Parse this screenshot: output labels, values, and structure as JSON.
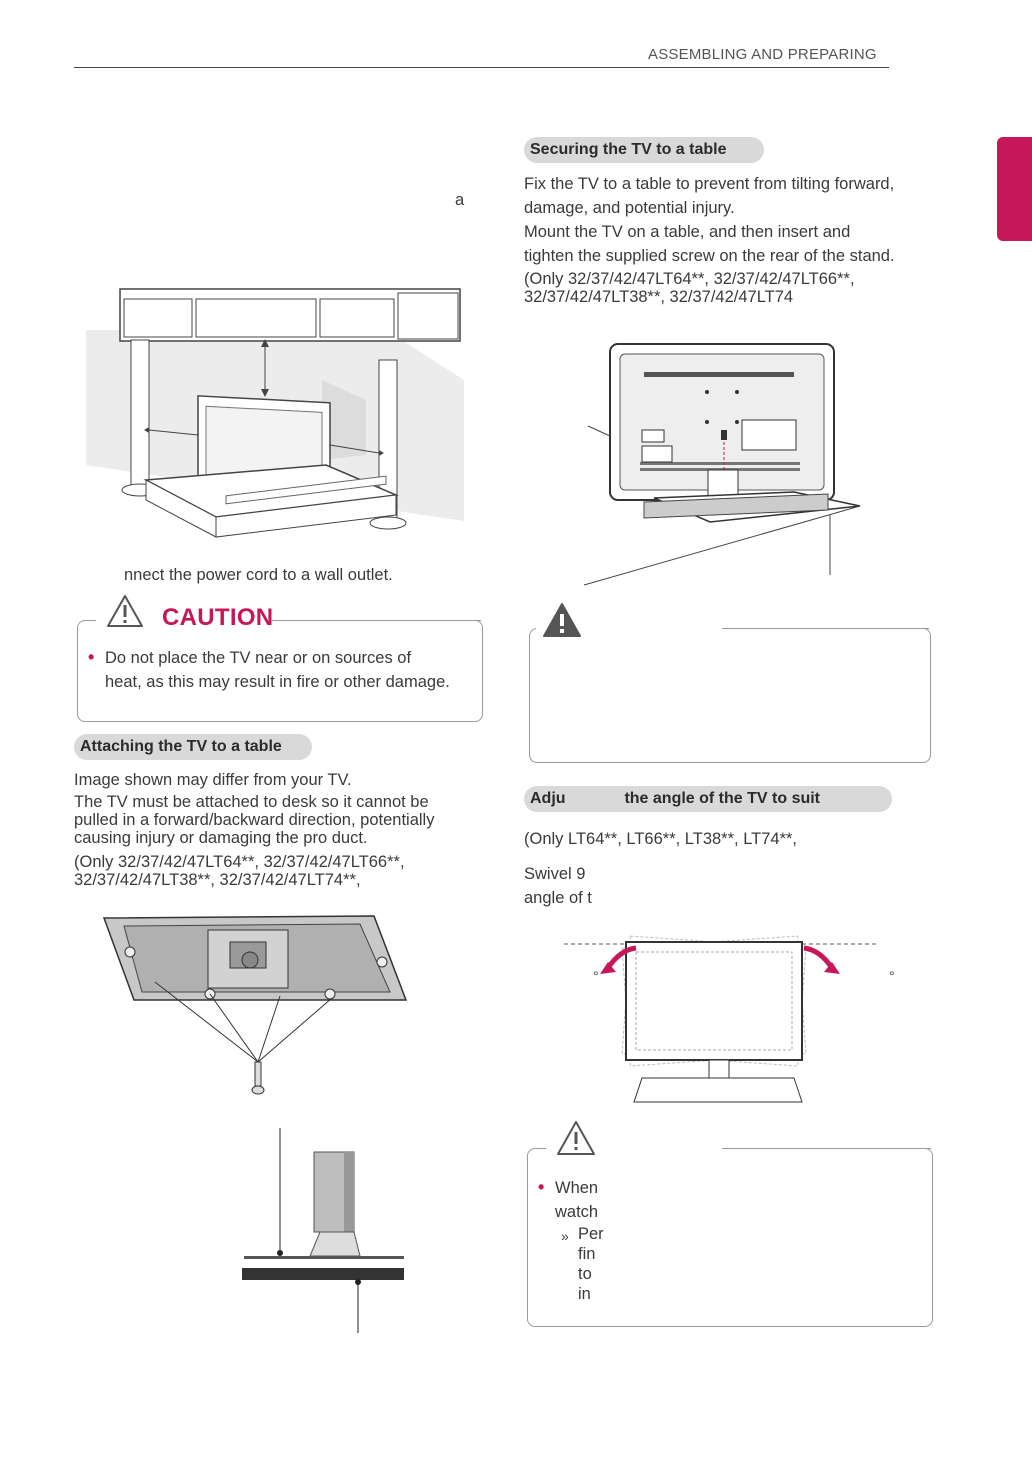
{
  "header": {
    "section_title": "ASSEMBLING AND PREPARING"
  },
  "colors": {
    "accent": "#c5175a",
    "pill_bg": "#d9d9d9",
    "text": "#3a3a3a"
  },
  "left": {
    "stray_char": "a",
    "power_text": "nnect the power cord to a wall outlet.",
    "caution": {
      "title": "CAUTION",
      "icon": "warning-triangle-icon",
      "bullet": "Do not place the TV near or on sources of heat, as this may result in fire or other damage."
    },
    "attaching": {
      "heading": "Attaching the TV to a table",
      "line1": "Image shown may differ from your TV.",
      "line2": "The TV must be attached to desk so it cannot be pulled in a forward/backward direction, potentially causing injury or damaging the pro duct.",
      "models_line1": "(Only 32/37/42/47LT64**, 32/37/42/47LT66**,",
      "models_line2": "32/37/42/47LT38**, 32/37/42/47LT74**,"
    }
  },
  "right": {
    "securing": {
      "heading": "Securing the TV to a table",
      "line1": "Fix the TV to a table to prevent from tilting forward,",
      "line2": "damage, and potential injury.",
      "line3": "Mount the TV on a table, and then insert and",
      "line4": "tighten the supplied screw on the rear of the stand.",
      "models_line1": "(Only 32/37/42/47LT64**, 32/37/42/47LT66**,",
      "models_line2": "32/37/42/47LT38**, 32/37/42/47LT74"
    },
    "warning": {
      "icon": "warning-exclamation-icon"
    },
    "adjusting": {
      "heading_part1": "Adju",
      "heading_part2": "the angle of the TV to suit",
      "models": "(Only LT64**, LT66**, LT38**, LT74**,",
      "swivel_line1": "Swivel 9",
      "swivel_line2": "angle of t",
      "degree_left": "°",
      "degree_right": "°"
    },
    "caution2": {
      "icon": "warning-triangle-icon",
      "bullet_line1": "When",
      "bullet_line2": "watch",
      "sub_marker": "»",
      "sub_line1": "Per",
      "sub_line2": "fin",
      "sub_line3": "to",
      "sub_line4": "in"
    }
  }
}
